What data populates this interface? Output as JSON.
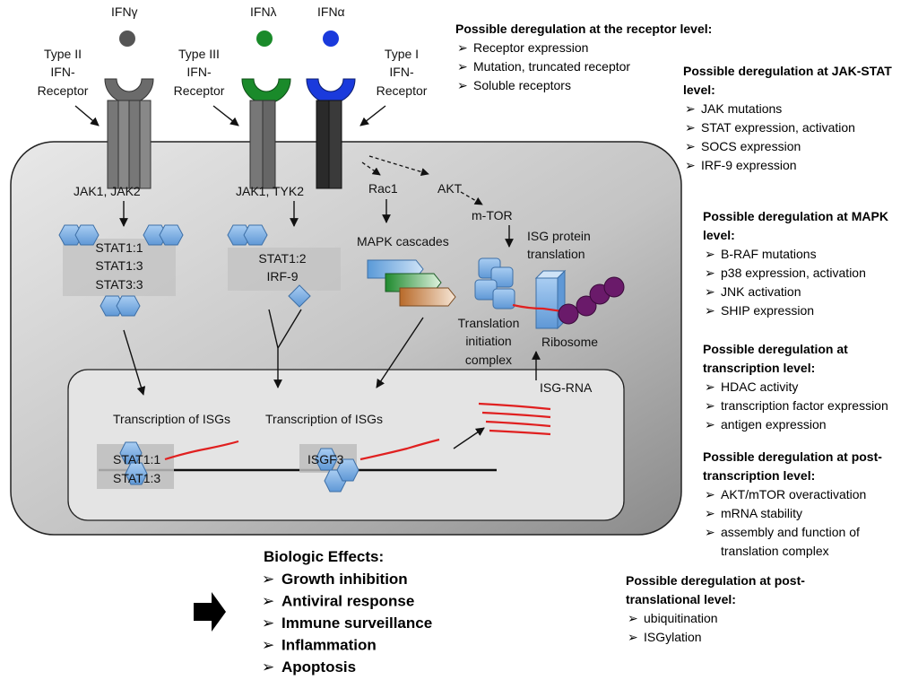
{
  "ligands": {
    "gamma": "IFNγ",
    "lambda": "IFNλ",
    "alpha": "IFNα"
  },
  "receptors": {
    "type2": [
      "Type II",
      "IFN-",
      "Receptor"
    ],
    "type3": [
      "Type III",
      "IFN-",
      "Receptor"
    ],
    "type1": [
      "Type I",
      "IFN-",
      "Receptor"
    ]
  },
  "cell": {
    "jak_left": "JAK1, JAK2",
    "jak_mid": "JAK1, TYK2",
    "rac1": "Rac1",
    "akt": "AKT",
    "mtor": "m-TOR",
    "mapk": "MAPK cascades",
    "isg_protein": [
      "ISG protein",
      "translation"
    ],
    "stat_left": [
      "STAT1:1",
      "STAT1:3",
      "STAT3:3"
    ],
    "stat_mid": [
      "STAT1:2",
      "IRF-9"
    ],
    "translation_complex": [
      "Translation",
      "initiation",
      "complex"
    ],
    "ribosome": "Ribosome",
    "isg_rna": "ISG-RNA"
  },
  "nucleus": {
    "transcription_left": "Transcription of ISGs",
    "transcription_mid": "Transcription of ISGs",
    "stat_dna": [
      "STAT1:1",
      "STAT1:3"
    ],
    "isgf3": "ISGF3"
  },
  "biologic": {
    "title": "Biologic Effects:",
    "items": [
      "Growth inhibition",
      "Antiviral response",
      "Immune surveillance",
      "Inflammation",
      "Apoptosis"
    ]
  },
  "deregulation": [
    {
      "title": [
        "Possible deregulation at the receptor level:"
      ],
      "items": [
        [
          "Receptor expression"
        ],
        [
          "Mutation, truncated receptor"
        ],
        [
          "Soluble receptors"
        ]
      ]
    },
    {
      "title": [
        "Possible deregulation at JAK-STAT",
        "level:"
      ],
      "items": [
        [
          "JAK mutations"
        ],
        [
          "STAT expression, activation"
        ],
        [
          "SOCS expression"
        ],
        [
          "IRF-9 expression"
        ]
      ]
    },
    {
      "title": [
        "Possible deregulation at MAPK",
        "level:"
      ],
      "items": [
        [
          "B-RAF mutations"
        ],
        [
          "p38 expression, activation"
        ],
        [
          "JNK activation"
        ],
        [
          "SHIP expression"
        ]
      ]
    },
    {
      "title": [
        "Possible deregulation at",
        "transcription level:"
      ],
      "items": [
        [
          "HDAC activity"
        ],
        [
          "transcription factor expression"
        ],
        [
          "antigen expression"
        ]
      ]
    },
    {
      "title": [
        "Possible deregulation at post-",
        "transcription level:"
      ],
      "items": [
        [
          "AKT/mTOR overactivation"
        ],
        [
          "mRNA stability"
        ],
        [
          "assembly and function of",
          "translation complex"
        ]
      ]
    },
    {
      "title": [
        "Possible deregulation at post-",
        "translational level:"
      ],
      "items": [
        [
          "ubiquitination"
        ],
        [
          "ISGylation"
        ]
      ]
    }
  ],
  "colors": {
    "cell_fill": "#c8c8c8",
    "nucleus_fill": "#e2e2e2",
    "protein_blue": "#7fb2e6",
    "rna_red": "#e02020",
    "ribosome_purple": "#6a1a6a",
    "lambda_green": "#1a8a2a",
    "alpha_blue": "#1a3adc",
    "gamma_gray": "#555555"
  }
}
